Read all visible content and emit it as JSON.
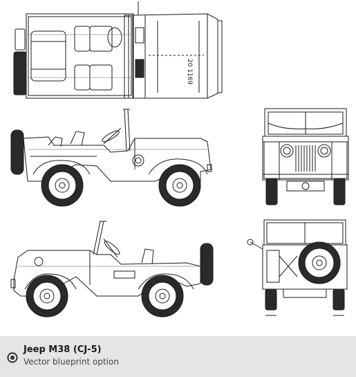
{
  "caption": {
    "title": "Jeep M38 (CJ-5)",
    "subtitle": "Vector blueprint option"
  },
  "radio": {
    "selected": true
  },
  "blueprint": {
    "views": [
      "top-view",
      "side-view-left",
      "front-view",
      "side-view-right",
      "rear-view"
    ],
    "hood_marking": "20 1169"
  },
  "colors": {
    "line": "#1a1a1a",
    "caption_bg": "#e5e5e5",
    "radio_ring": "#3a3a3a"
  }
}
